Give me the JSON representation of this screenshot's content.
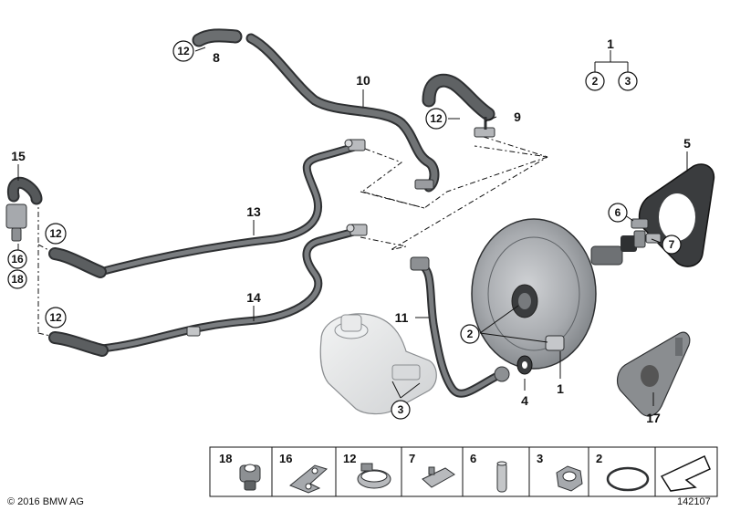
{
  "callouts": [
    {
      "id": "c1-top",
      "text": "1"
    },
    {
      "id": "c2-top",
      "text": "2"
    },
    {
      "id": "c3-top",
      "text": "3"
    },
    {
      "id": "c12-a",
      "text": "12"
    },
    {
      "id": "c8",
      "text": "8"
    },
    {
      "id": "c10",
      "text": "10"
    },
    {
      "id": "c12-b",
      "text": "12"
    },
    {
      "id": "c9",
      "text": "9"
    },
    {
      "id": "c5",
      "text": "5"
    },
    {
      "id": "c15",
      "text": "15"
    },
    {
      "id": "c12-c",
      "text": "12"
    },
    {
      "id": "c16",
      "text": "16"
    },
    {
      "id": "c18",
      "text": "18"
    },
    {
      "id": "c13",
      "text": "13"
    },
    {
      "id": "c6",
      "text": "6"
    },
    {
      "id": "c7",
      "text": "7"
    },
    {
      "id": "c14",
      "text": "14"
    },
    {
      "id": "c12-d",
      "text": "12"
    },
    {
      "id": "c11",
      "text": "11"
    },
    {
      "id": "c2-booster",
      "text": "2"
    },
    {
      "id": "c3-reservoir",
      "text": "3"
    },
    {
      "id": "c4",
      "text": "4"
    },
    {
      "id": "c1-booster",
      "text": "1"
    },
    {
      "id": "c17",
      "text": "17"
    }
  ],
  "parts_strip": [
    "18",
    "16",
    "12",
    "7",
    "6",
    "3",
    "2"
  ],
  "copyright": "© 2016 BMW AG",
  "diagram_id": "142107",
  "colors": {
    "hose": "#6b6e70",
    "hose_edge": "#2e3032",
    "booster": "#a6a9ad",
    "reservoir": "#e4e5e6"
  }
}
